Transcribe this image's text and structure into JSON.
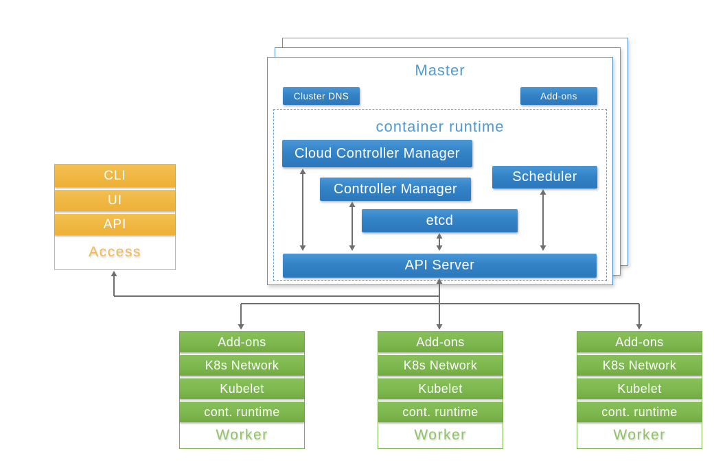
{
  "colors": {
    "blue": "#3383c7",
    "blue_light_text": "#4f9ad3",
    "orange": "#efb640",
    "green": "#7db84e",
    "connector_gray": "#6f6f6f"
  },
  "access": {
    "items": [
      "CLI",
      "UI",
      "API"
    ],
    "label": "Access"
  },
  "master": {
    "title": "Master",
    "buttons": {
      "cluster_dns": "Cluster DNS",
      "addons": "Add-ons"
    },
    "runtime": {
      "title": "container runtime",
      "cloud_controller_manager": "Cloud Controller Manager",
      "controller_manager": "Controller Manager",
      "etcd": "etcd",
      "scheduler": "Scheduler",
      "api_server": "API Server"
    }
  },
  "worker": {
    "items": [
      "Add-ons",
      "K8s Network",
      "Kubelet",
      "cont. runtime"
    ],
    "label": "Worker"
  }
}
